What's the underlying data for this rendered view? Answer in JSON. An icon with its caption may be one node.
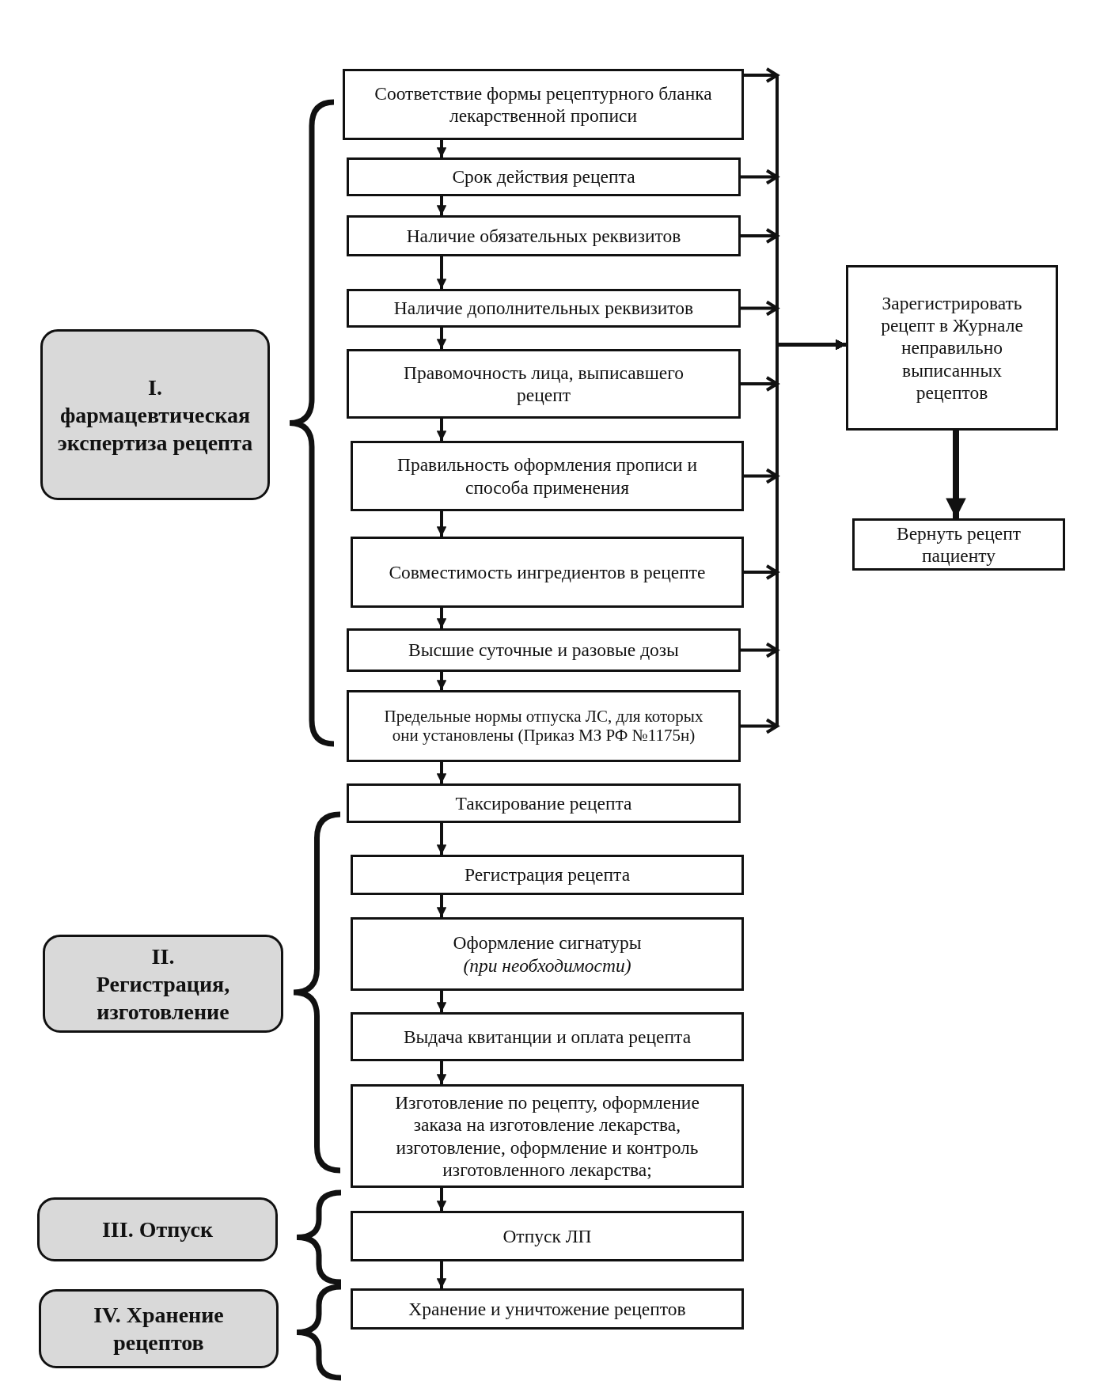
{
  "diagram": {
    "nodes": [
      {
        "text": [
          "I.",
          "фармацевтическая экспертиза рецепта"
        ]
      },
      {
        "text": [
          "Соответствие формы рецептурного бланка лекарственной прописи"
        ]
      },
      {
        "text": [
          "Срок действия рецепта"
        ]
      },
      {
        "text": [
          "Наличие обязательных реквизитов"
        ]
      },
      {
        "text": [
          "Наличие дополнительных реквизитов"
        ]
      },
      {
        "text": [
          "Правомочность лица, выписавшего рецепт"
        ]
      },
      {
        "text": [
          "Правильность оформления прописи и способа применения"
        ]
      },
      {
        "text": [
          "Совместимость ингредиентов в рецепте"
        ]
      },
      {
        "text": [
          "Высшие суточные и разовые дозы"
        ]
      },
      {
        "text": [
          "Предельные нормы отпуска ЛС, для которых они установлены (Приказ МЗ РФ №1175н)"
        ]
      },
      {
        "text": [
          "Зарегистрировать рецепт в Журнале неправильно выписанных рецептов"
        ]
      },
      {
        "text": [
          "Вернуть рецепт пациенту"
        ]
      },
      {
        "text": [
          "Таксирование рецепта"
        ]
      },
      {
        "text": [
          "II.",
          "Регистрация, изготовление"
        ]
      },
      {
        "text": [
          "Регистрация рецепта"
        ]
      },
      {
        "text": [
          "Оформление сигнатуры",
          "(при необходимости)"
        ]
      },
      {
        "text": [
          "Выдача квитанции и оплата рецепта"
        ]
      },
      {
        "text": [
          "Изготовление по рецепту, оформление заказа на изготовление лекарства, изготовление, оформление и контроль изготовленного лекарства;"
        ]
      },
      {
        "text": [
          "III. Отпуск"
        ]
      },
      {
        "text": [
          "Отпуск ЛП"
        ]
      },
      {
        "text": [
          "IV. Хранение рецептов"
        ]
      },
      {
        "text": [
          "Хранение и уничтожение рецептов"
        ]
      }
    ],
    "edges": [
      {
        "from": 1,
        "to": 2,
        "arrow": "to"
      },
      {
        "from": 2,
        "to": 3,
        "arrow": "to"
      },
      {
        "from": 3,
        "to": 4,
        "arrow": "to"
      },
      {
        "from": 4,
        "to": 5,
        "arrow": "to"
      },
      {
        "from": 5,
        "to": 6,
        "arrow": "to"
      },
      {
        "from": 6,
        "to": 7,
        "arrow": "to"
      },
      {
        "from": 7,
        "to": 8,
        "arrow": "to"
      },
      {
        "from": 8,
        "to": 9,
        "arrow": "to"
      },
      {
        "from": 9,
        "to": 12,
        "arrow": "to"
      },
      {
        "from": 12,
        "to": 14,
        "arrow": "to"
      },
      {
        "from": 14,
        "to": 15,
        "arrow": "to"
      },
      {
        "from": 15,
        "to": 16,
        "arrow": "to"
      },
      {
        "from": 16,
        "to": 17,
        "arrow": "to"
      },
      {
        "from": 17,
        "to": 19,
        "arrow": "to"
      },
      {
        "from": 19,
        "to": 21,
        "arrow": "to"
      },
      {
        "from": 1,
        "to": 10,
        "arrow": "to"
      },
      {
        "from": 2,
        "to": 10,
        "arrow": "to"
      },
      {
        "from": 3,
        "to": 10,
        "arrow": "to"
      },
      {
        "from": 4,
        "to": 10,
        "arrow": "to"
      },
      {
        "from": 5,
        "to": 10,
        "arrow": "to"
      },
      {
        "from": 6,
        "to": 10,
        "arrow": "to"
      },
      {
        "from": 7,
        "to": 10,
        "arrow": "to"
      },
      {
        "from": 8,
        "to": 10,
        "arrow": "to"
      },
      {
        "from": 9,
        "to": 10,
        "arrow": "to"
      },
      {
        "from": 10,
        "to": 11,
        "arrow": "to",
        "style": "thick"
      }
    ]
  }
}
